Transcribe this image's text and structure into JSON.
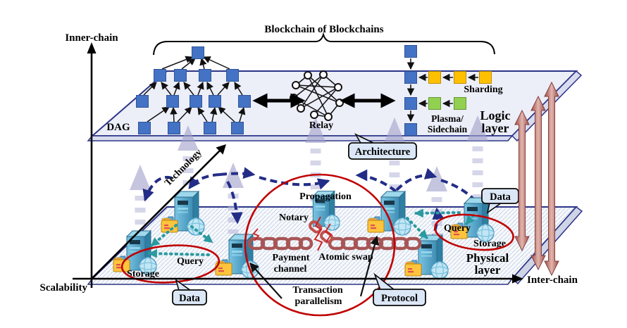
{
  "title": {
    "label": "Blockchain of Blockchains"
  },
  "axes": {
    "vertical_label": "Inner-chain",
    "horizontal_label": "Inter-chain",
    "origin_label": "Scalability",
    "diagonal_label": "Technology"
  },
  "logic_layer": {
    "name": [
      "Logic",
      "layer"
    ],
    "dag_label": "DAG",
    "relay_label": "Relay",
    "sharding_label": "Sharding",
    "plasma_label": [
      "Plasma/",
      "Sidechain"
    ]
  },
  "physical_layer": {
    "name": [
      "Physical",
      "layer"
    ],
    "propagation_label": "Propagation",
    "notary_label": "Notary",
    "payment_channel_label": [
      "Payment",
      "channel"
    ],
    "atomic_swap_label": "Atomic swap",
    "transaction_parallelism_label": [
      "Transaction",
      "parallelism"
    ],
    "left_cluster": {
      "query": "Query",
      "storage": "Storage"
    },
    "right_cluster": {
      "query": "Query",
      "storage": "Storage"
    }
  },
  "callouts": {
    "architecture": "Architecture",
    "data_left": "Data",
    "data_right": "Data",
    "protocol": "Protocol"
  },
  "colors": {
    "block_blue": "#4472C4",
    "shard_orange": "#FFC000",
    "plasma_green": "#92D050",
    "plane_border": "#2C3587",
    "dashed_navy": "#232D87",
    "dotted_teal": "#2A9AA0",
    "highlight_red": "#C00000",
    "chain_red": "#A85555",
    "arrow_purple": "#A3A2CC",
    "interchain_arrow_red": "#9E4D48",
    "callout_fill": "#DBE7F6"
  }
}
